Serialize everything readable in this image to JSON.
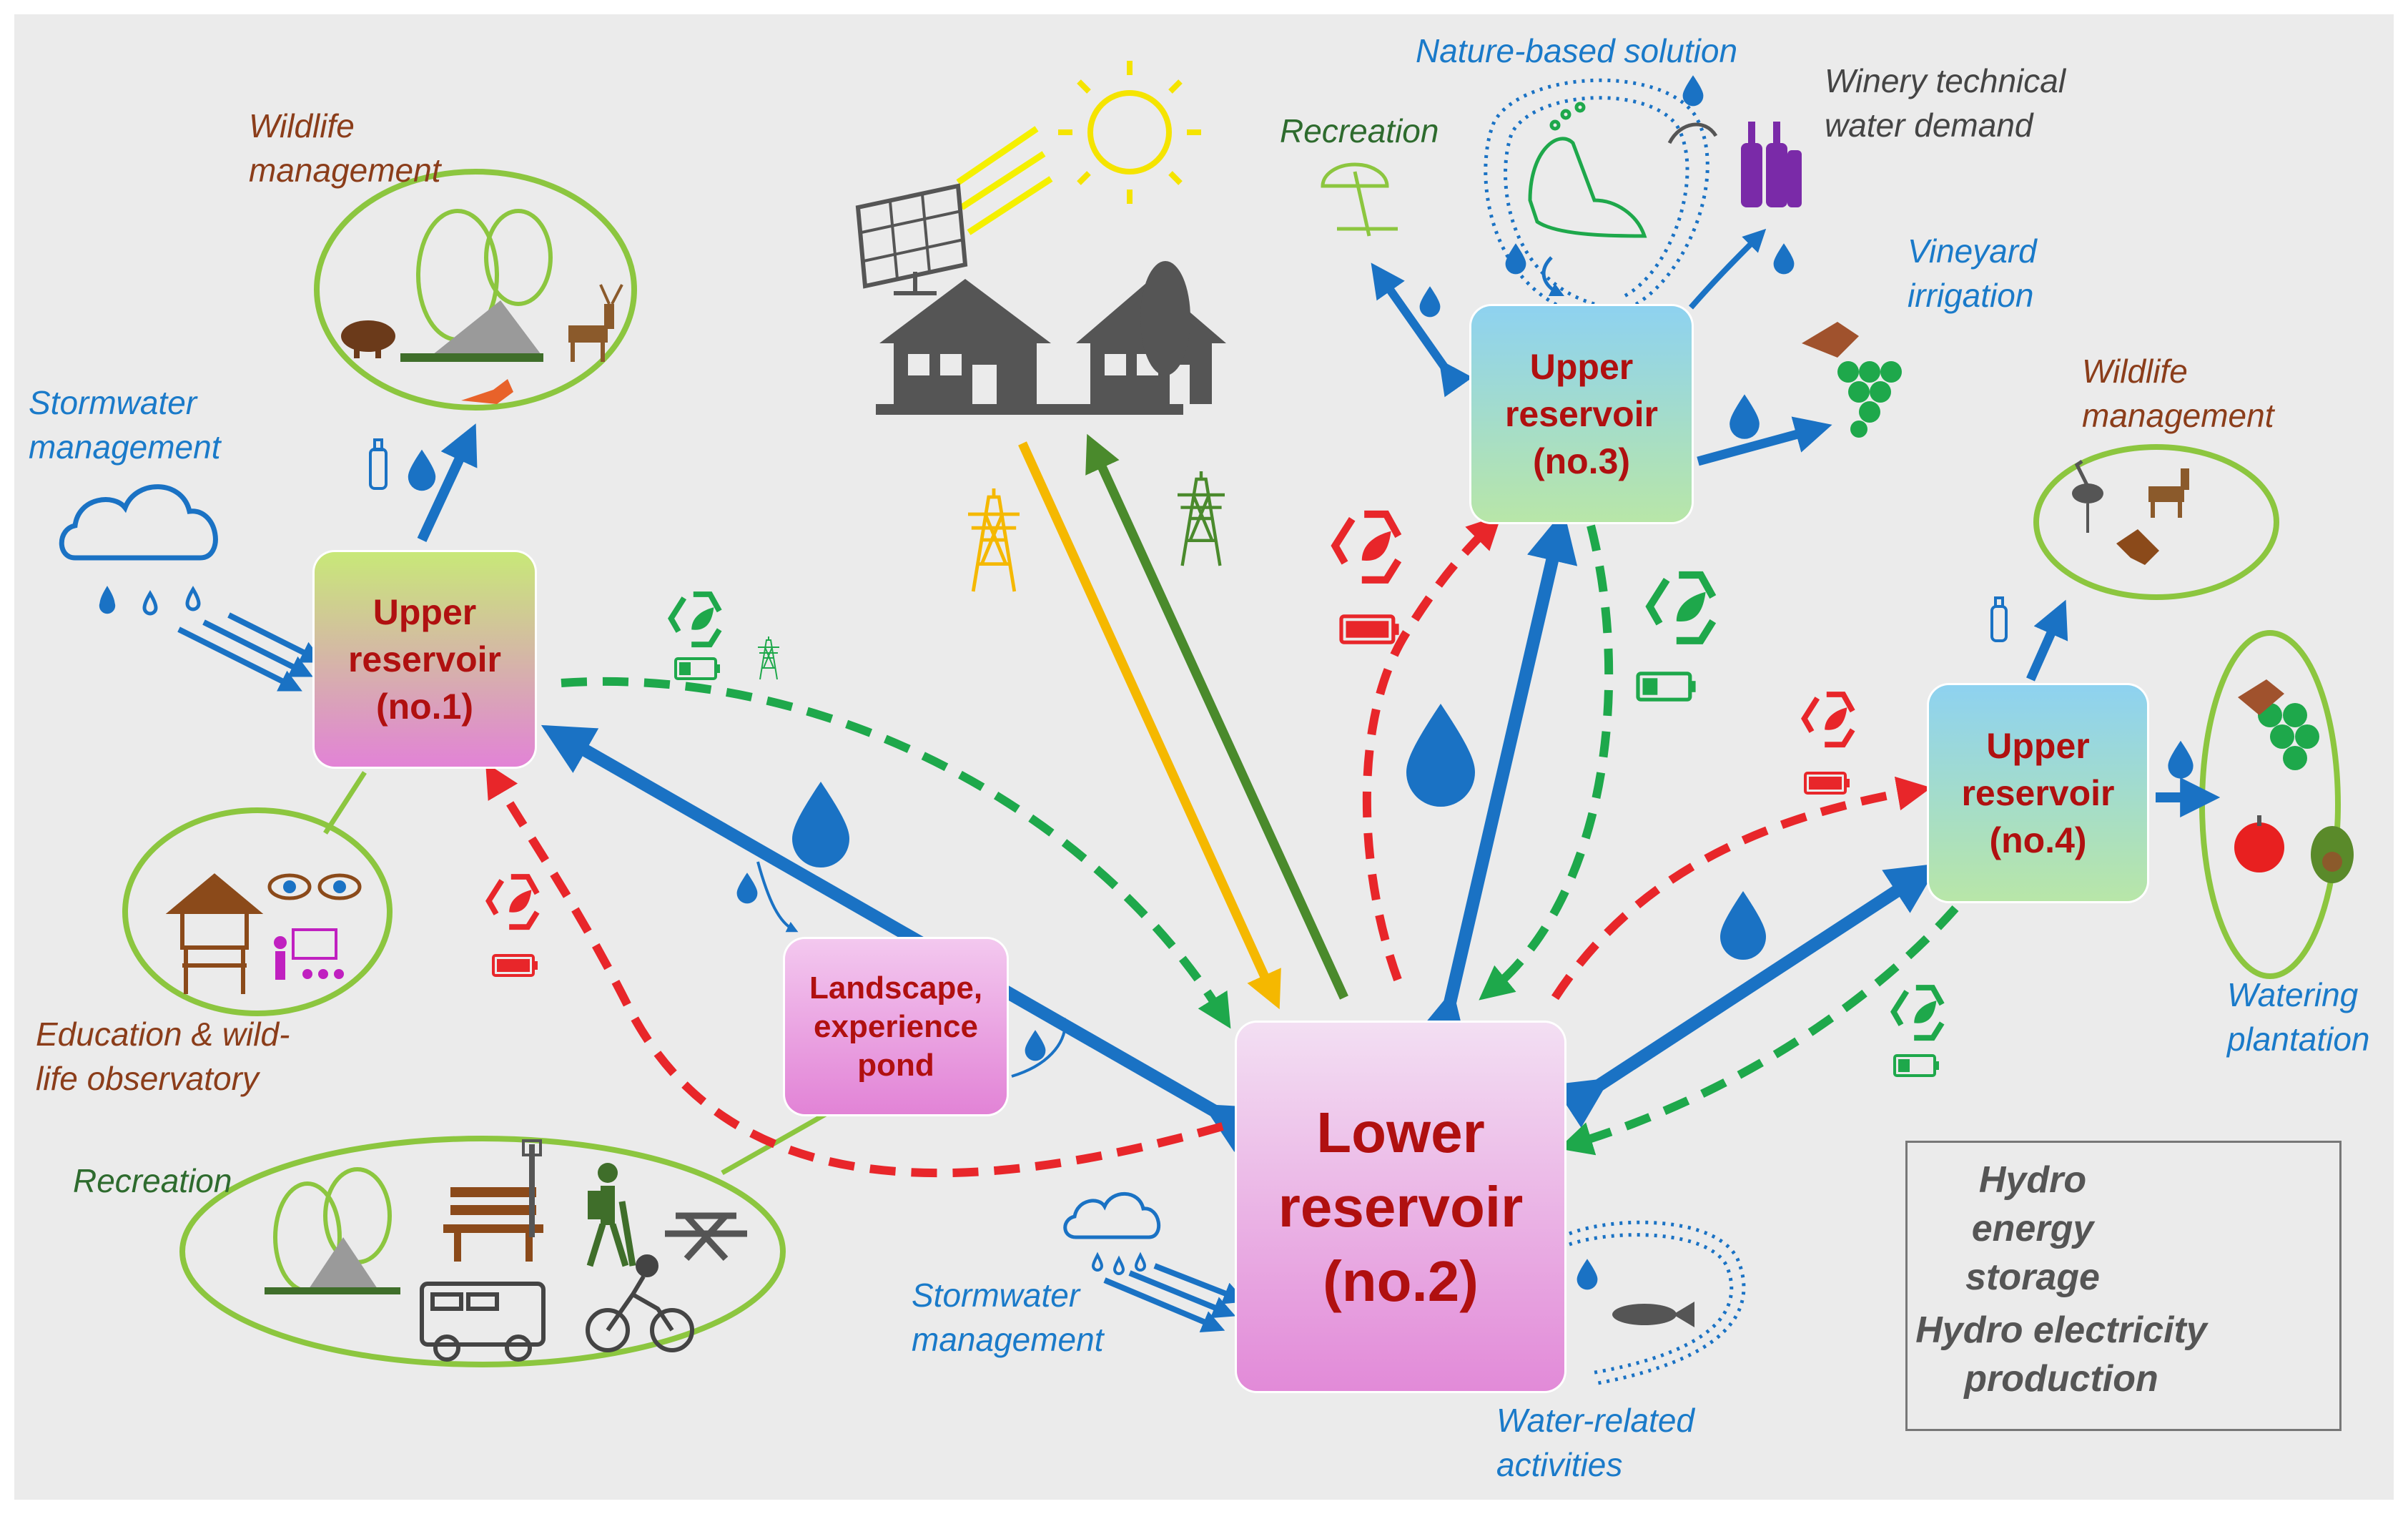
{
  "reservoirs": {
    "upper1": "Upper reservoir (no.1)",
    "upper3": "Upper reservoir (no.3)",
    "upper4": "Upper reservoir (no.4)",
    "lower": "Lower reservoir (no.2)",
    "pond": "Landscape, experience pond"
  },
  "reservoir_lines": {
    "upper1": [
      "Upper",
      "reservoir",
      "(no.1)"
    ],
    "upper3": [
      "Upper",
      "reservoir",
      "(no.3)"
    ],
    "upper4": [
      "Upper",
      "reservoir",
      "(no.4)"
    ],
    "lower": [
      "Lower",
      "reservoir",
      "(no.2)"
    ],
    "pond": [
      "Landscape,",
      "experience",
      "pond"
    ]
  },
  "labels": {
    "wildlife_1": [
      "Wildlife",
      "management"
    ],
    "stormwater_1": [
      "Stormwater",
      "management"
    ],
    "education": [
      "Education & wild-",
      "life observatory"
    ],
    "recreation_1": "Recreation",
    "nature_based": "Nature-based solution",
    "recreation_3": "Recreation",
    "winery": [
      "Winery technical",
      "water demand"
    ],
    "vineyard": [
      "Vineyard",
      "irrigation"
    ],
    "wildlife_4": [
      "Wildlife",
      "management"
    ],
    "watering": [
      "Watering",
      "plantation"
    ],
    "stormwater_2": [
      "Stormwater",
      "management"
    ],
    "water_activities": [
      "Water-related",
      "activities"
    ]
  },
  "legend": {
    "storage": [
      "Hydro energy",
      "storage"
    ],
    "production": [
      "Hydro electricity",
      "production"
    ]
  },
  "colors": {
    "water_flow": "#1a72c4",
    "storage": "#e8262a",
    "production": "#1ea84b",
    "solar_supply": "#f5b800",
    "grid_return": "#4a8a2c",
    "circle": "#8cc63f",
    "upper_top": "#8ed2f0",
    "upper_bottom": "#b8e6a8",
    "upper1_top": "#c8e878",
    "upper1_bottom": "#e283d6",
    "lower_top": "#f3dff3",
    "lower_bottom": "#e28ad8"
  },
  "icons": [
    "sun-icon",
    "solar-panel-icon",
    "house-icon",
    "tree-icon",
    "power-pylon-icon",
    "recycle-leaf-icon",
    "battery-icon",
    "water-drop-icon",
    "cloud-rain-icon",
    "wine-bottles-icon",
    "grape-icon",
    "apple-icon",
    "avocado-icon",
    "fish-icon",
    "deer-icon",
    "boar-icon",
    "fox-icon",
    "flamingo-icon",
    "eagle-icon",
    "bench-icon",
    "hiker-icon",
    "cyclist-icon",
    "camper-van-icon",
    "picnic-table-icon",
    "observatory-tower-icon",
    "eyes-icon",
    "teacher-icon",
    "beach-umbrella-icon",
    "bottle-icon",
    "hand-icon"
  ]
}
